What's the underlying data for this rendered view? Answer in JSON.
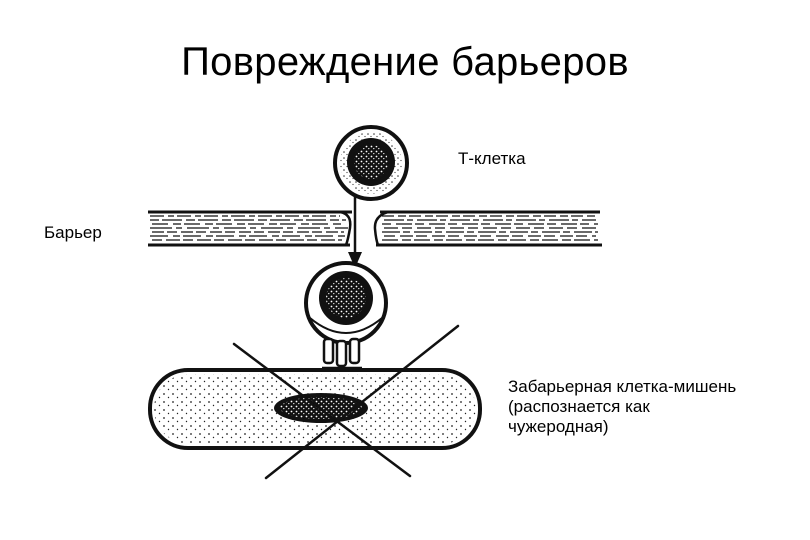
{
  "title": "Повреждение барьеров",
  "labels": {
    "t_cell": "Т-клетка",
    "barrier": "Барьер",
    "target_lines": [
      "Забарьерная клетка-мишень",
      "(распознается  как",
      "чужеродная)"
    ]
  },
  "colors": {
    "ink": "#111111",
    "background": "#ffffff"
  }
}
